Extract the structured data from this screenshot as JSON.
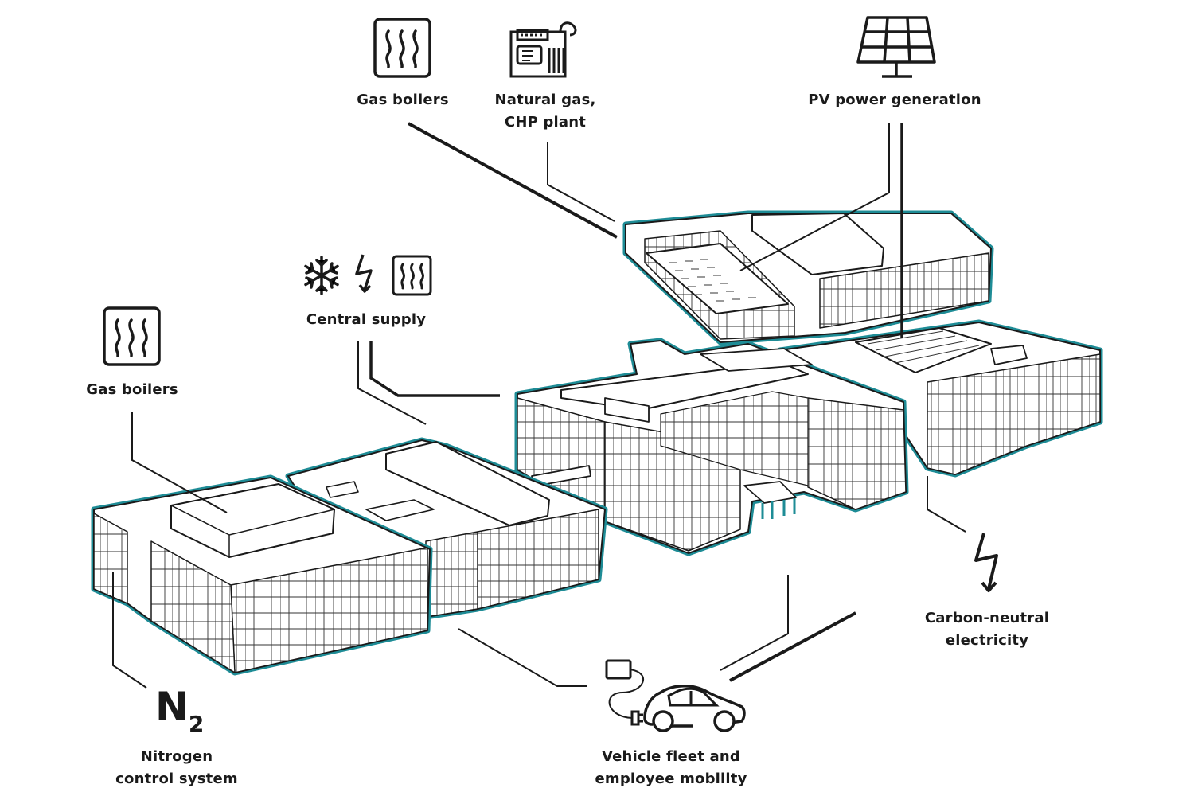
{
  "labels": {
    "gas_boilers_top": "Gas boilers",
    "chp_line1": "Natural gas,",
    "chp_line2": "CHP plant",
    "pv": "PV power generation",
    "central_supply": "Central supply",
    "gas_boilers_left": "Gas boilers",
    "electricity_line1": "Carbon-neutral",
    "electricity_line2": "electricity",
    "nitrogen_line1": "Nitrogen",
    "nitrogen_line2": "control system",
    "vehicle_line1": "Vehicle fleet and",
    "vehicle_line2": "employee mobility",
    "n2_symbol": "N",
    "n2_subscript": "2"
  },
  "icons": [
    "heat-icon",
    "chp-generator-icon",
    "solar-panel-icon",
    "snowflake-icon",
    "lightning-icon",
    "electric-car-icon"
  ],
  "colors": {
    "outline_accent": "#1e8c96",
    "line": "#1a1a1a",
    "background": "#ffffff"
  }
}
